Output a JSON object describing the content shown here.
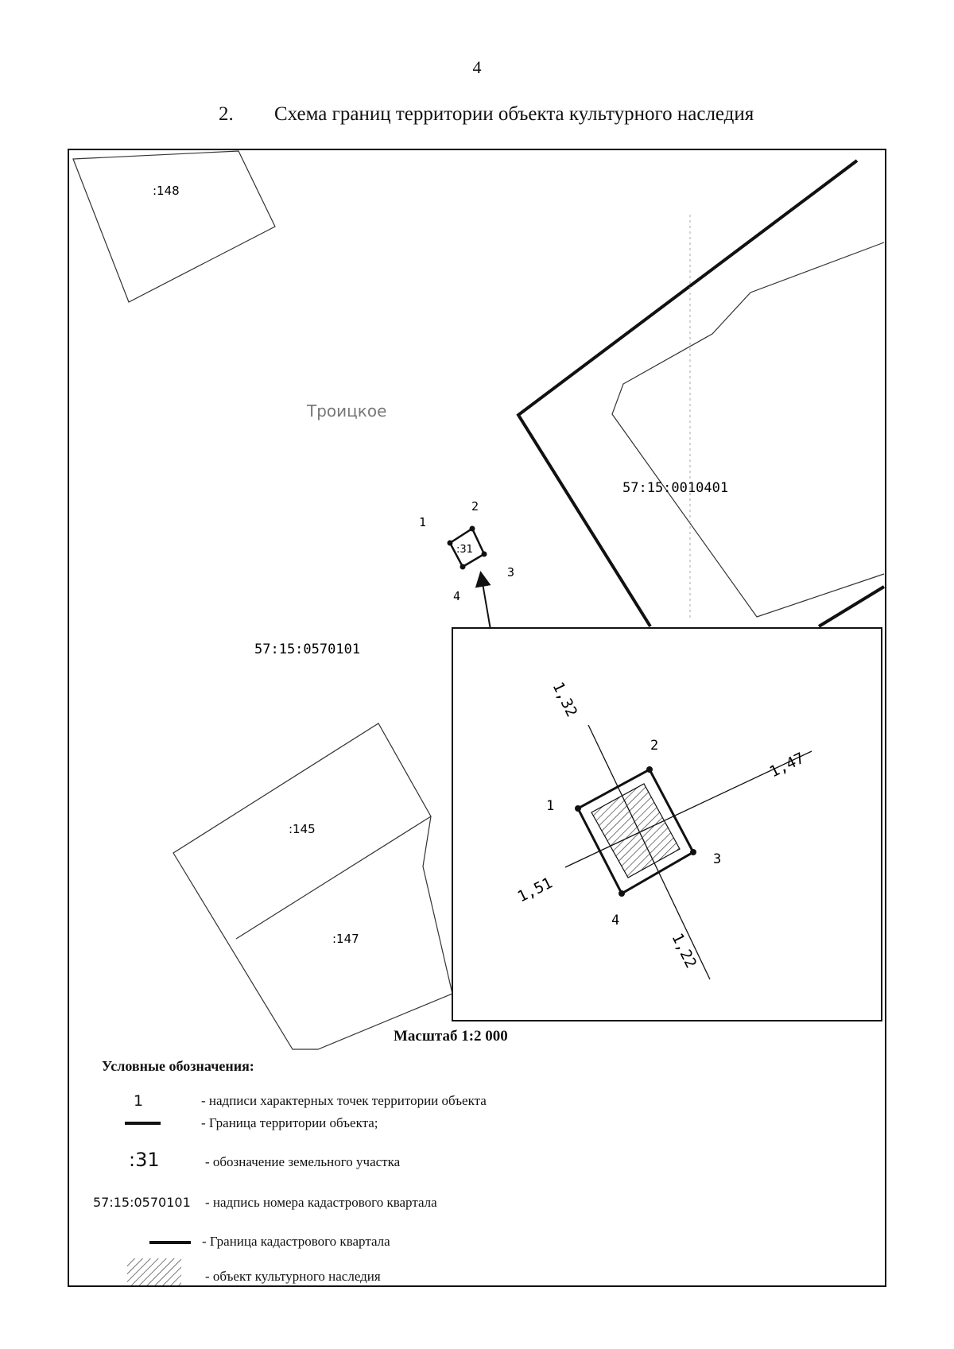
{
  "page": {
    "number": "4"
  },
  "heading": {
    "number": "2.",
    "text": "Схема границ территории объекта культурного наследия"
  },
  "map": {
    "parcels": [
      ":148",
      ":145",
      ":147"
    ],
    "place_name": "Троицкое",
    "quarter_main": "57:15:0570101",
    "quarter_other": "57:15:0010401",
    "object_label": ":31",
    "points": [
      "1",
      "2",
      "3",
      "4"
    ],
    "inset": {
      "points": [
        "1",
        "2",
        "3",
        "4"
      ],
      "distances": [
        "1,32",
        "1,47",
        "1,51",
        "1,22"
      ]
    },
    "scale": "Масштаб 1:2 000"
  },
  "legend": {
    "title": "Условные обозначения:",
    "items": [
      {
        "symbol": "1",
        "text": "- надписи характерных точек территории объекта"
      },
      {
        "symbol": "",
        "text": "- Граница территории объекта;"
      },
      {
        "symbol": ":31",
        "text": "- обозначение земельного участка"
      },
      {
        "symbol": "57:15:0570101",
        "text": "- надпись номера кадастрового квартала"
      },
      {
        "symbol": "",
        "text": "- Граница кадастрового квартала"
      },
      {
        "symbol": "",
        "text": "- объект культурного наследия"
      }
    ]
  }
}
